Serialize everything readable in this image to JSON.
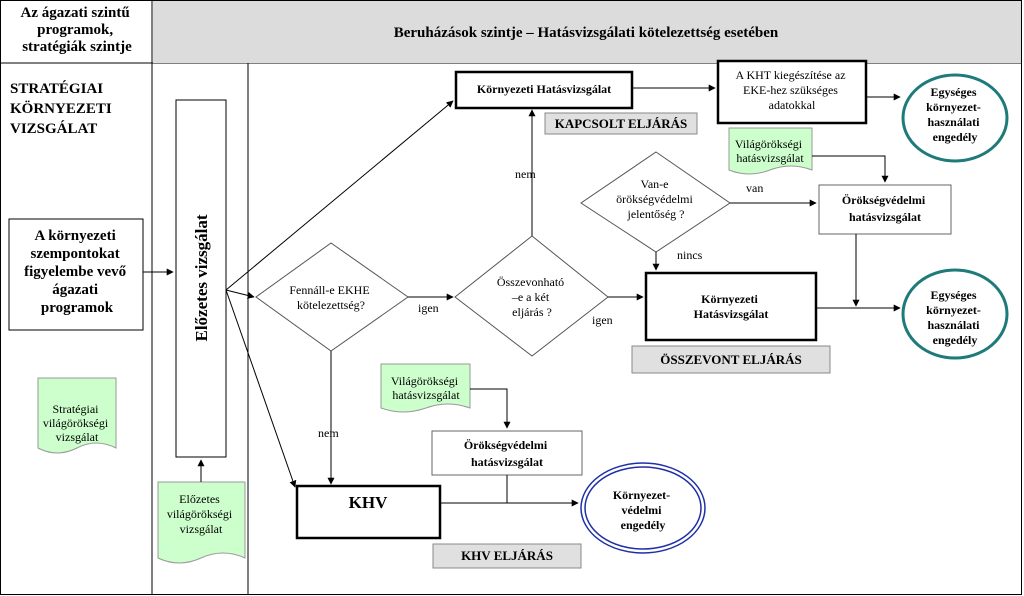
{
  "header": {
    "left": [
      "Az ágazati szintű",
      "programok,",
      "stratégiák szintje"
    ],
    "right": "Beruházások szintje – Hatásvizsgálati kötelezettség esetében"
  },
  "left_column": {
    "skv_title": [
      "STRATÉGIAI",
      "KÖRNYEZETI",
      "VIZSGÁLAT"
    ],
    "programs_box": [
      "A környezeti",
      "szempontokat",
      "figyelembe vevő",
      "ágazati",
      "programok"
    ],
    "strategic_heritage_doc": [
      "Stratégiai",
      "világörökségi",
      "vizsgálat"
    ]
  },
  "middle_column": {
    "prelim_box": "Előzetes vizsgálat",
    "prelim_heritage_doc": [
      "Előzetes",
      "világörökségi",
      "vizsgálat"
    ]
  },
  "flow": {
    "ekhe_question": [
      "Fennáll-e EKHE",
      "kötelezettség?"
    ],
    "merge_question": [
      "Összevonható",
      "–e a két",
      "eljárás ?"
    ],
    "heritage_question": [
      "Van-e",
      "örökségvédelmi",
      "jelentőség ?"
    ],
    "kv_linked": "Környezeti Hatásvizsgálat",
    "kht_supplement": [
      "A KHT kiegészítése az",
      "EKE-hez szükséges",
      "adatokkal"
    ],
    "linked_procedure": "KAPCSOLT ELJÁRÁS",
    "world_heritage_doc_top": [
      "Világörökségi",
      "hatásvizsgálat"
    ],
    "heritage_impact_right": [
      "Örökségvédelmi",
      "hatásvizsgálat"
    ],
    "kv_merged": [
      "Környezeti",
      "Hatásvizsgálat"
    ],
    "merged_procedure": "ÖSSZEVONT ELJÁRÁS",
    "world_heritage_doc_bottom": [
      "Világörökségi",
      "hatásvizsgálat"
    ],
    "heritage_impact_bottom": [
      "Örökségvédelmi",
      "hatásvizsgálat"
    ],
    "khv_box": "KHV",
    "khv_procedure": "KHV ELJÁRÁS",
    "unified_permit_top": [
      "Egységes",
      "környezet-",
      "használati",
      "engedély"
    ],
    "unified_permit_mid": [
      "Egységes",
      "környezet-",
      "használati",
      "engedély"
    ],
    "env_permit": [
      "Környezet-",
      "védelmi",
      "engedély"
    ],
    "labels": {
      "igen_1": "igen",
      "igen_2": "igen",
      "nem_1": "nem",
      "nem_2": "nem",
      "van": "van",
      "nincs": "nincs"
    }
  },
  "colors": {
    "header_bg": "#dcdcdc",
    "doc_fill": "#ccffcc",
    "tag_fill": "#e0e0e0",
    "permit_teal": "#1f7a7a",
    "permit_blue": "#1f2fa8"
  }
}
